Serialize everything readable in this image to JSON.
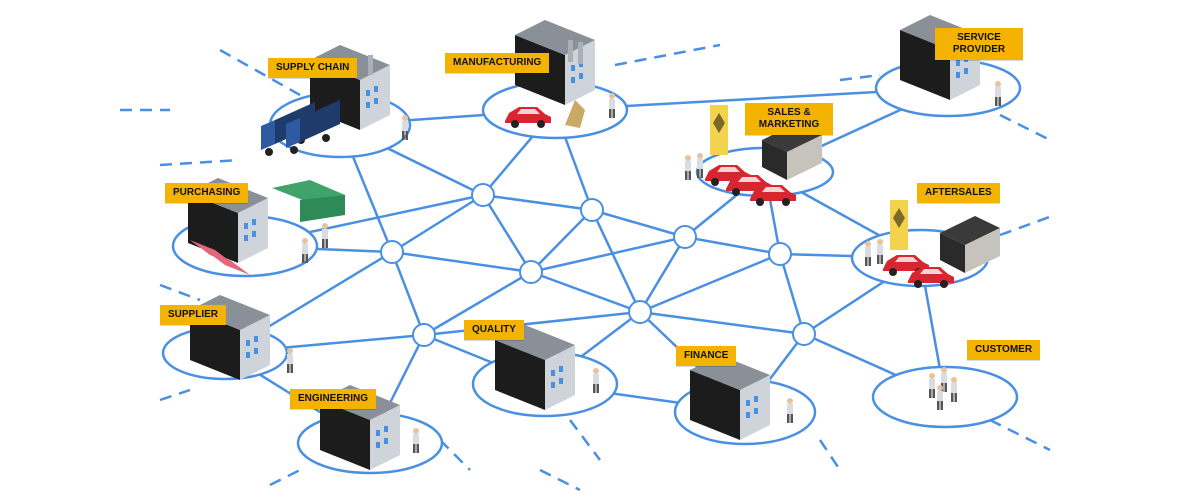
{
  "colors": {
    "line": "#4a90e2",
    "label_bg": "#f5b301",
    "building_dark": "#1c1c1c",
    "building_side": "#cfd4da",
    "car_red": "#d7262f"
  },
  "labels": {
    "supply_chain": "SUPPLY CHAIN",
    "manufacturing": "MANUFACTURING",
    "service_provider_1": "SERVICE",
    "service_provider_2": "PROVIDER",
    "sales_marketing_1": "SALES &",
    "sales_marketing_2": "MARKETING",
    "purchasing": "PURCHASING",
    "aftersales": "AFTERSALES",
    "supplier": "SUPPLIER",
    "quality": "QUALITY",
    "finance": "FINANCE",
    "customer": "CUSTOMER",
    "engineering": "ENGINEERING"
  }
}
